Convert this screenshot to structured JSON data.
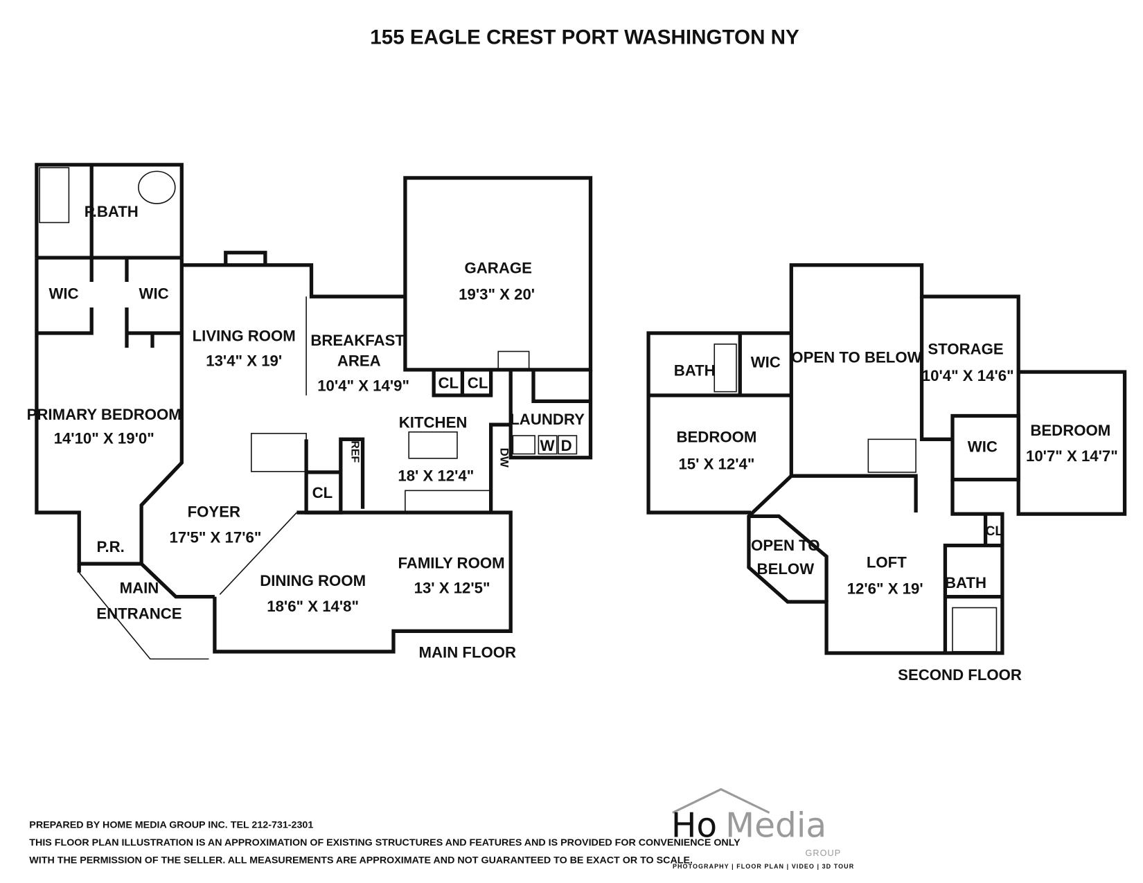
{
  "title": "155 EAGLE CREST PORT WASHINGTON NY",
  "main_floor": {
    "label": "MAIN FLOOR",
    "rooms": {
      "pbath": "P.BATH",
      "wic1": "WIC",
      "wic2": "WIC",
      "primary_bedroom": "PRIMARY BEDROOM",
      "primary_bedroom_dim": "14'10\" X 19'0\"",
      "living_room": "LIVING ROOM",
      "living_room_dim": "13'4\" X 19'",
      "breakfast_1": "BREAKFAST",
      "breakfast_2": "AREA",
      "breakfast_dim": "10'4\" X 14'9\"",
      "garage": "GARAGE",
      "garage_dim": "19'3\" X 20'",
      "cl1": "CL",
      "cl2": "CL",
      "cl3": "CL",
      "kitchen": "KITCHEN",
      "kitchen_dim": "18' X 12'4\"",
      "laundry": "LAUNDRY",
      "washer": "W",
      "dryer": "D",
      "dw": "DW",
      "ref": "REF",
      "foyer": "FOYER",
      "foyer_dim": "17'5\" X 17'6\"",
      "pr": "P.R.",
      "main_entrance_1": "MAIN",
      "main_entrance_2": "ENTRANCE",
      "dining_room": "DINING ROOM",
      "dining_room_dim": "18'6\" X 14'8\"",
      "family_room": "FAMILY ROOM",
      "family_room_dim": "13' X 12'5\""
    }
  },
  "second_floor": {
    "label": "SECOND FLOOR",
    "rooms": {
      "bath1": "BATH",
      "wic1": "WIC",
      "bedroom1": "BEDROOM",
      "bedroom1_dim": "15' X 12'4\"",
      "open_to_below": "OPEN TO BELOW",
      "storage": "STORAGE",
      "storage_dim": "10'4\" X 14'6\"",
      "wic2": "WIC",
      "bedroom2": "BEDROOM",
      "bedroom2_dim": "10'7\" X 14'7\"",
      "open_to_below_2a": "OPEN TO",
      "open_to_below_2b": "BELOW",
      "loft": "LOFT",
      "loft_dim": "12'6\" X 19'",
      "cl": "CL",
      "bath2": "BATH"
    }
  },
  "footer": {
    "prepared_by": "PREPARED BY  HOME MEDIA GROUP INC.  TEL 212-731-2301",
    "disclaimer_1": "THIS FLOOR PLAN ILLUSTRATION IS AN APPROXIMATION OF EXISTING STRUCTURES AND FEATURES AND IS PROVIDED FOR CONVENIENCE ONLY",
    "disclaimer_2": "WITH THE PERMISSION OF THE SELLER. ALL MEASUREMENTS ARE APPROXIMATE AND NOT GUARANTEED TO BE EXACT OR TO SCALE."
  },
  "logo": {
    "text_ho": "Ho",
    "text_media": "Media",
    "group": "GROUP",
    "tagline": "PHOTOGRAPHY | FLOOR PLAN | VIDEO | 3D TOUR",
    "colors": {
      "dark": "#111111",
      "grey": "#9a9a9a"
    }
  }
}
